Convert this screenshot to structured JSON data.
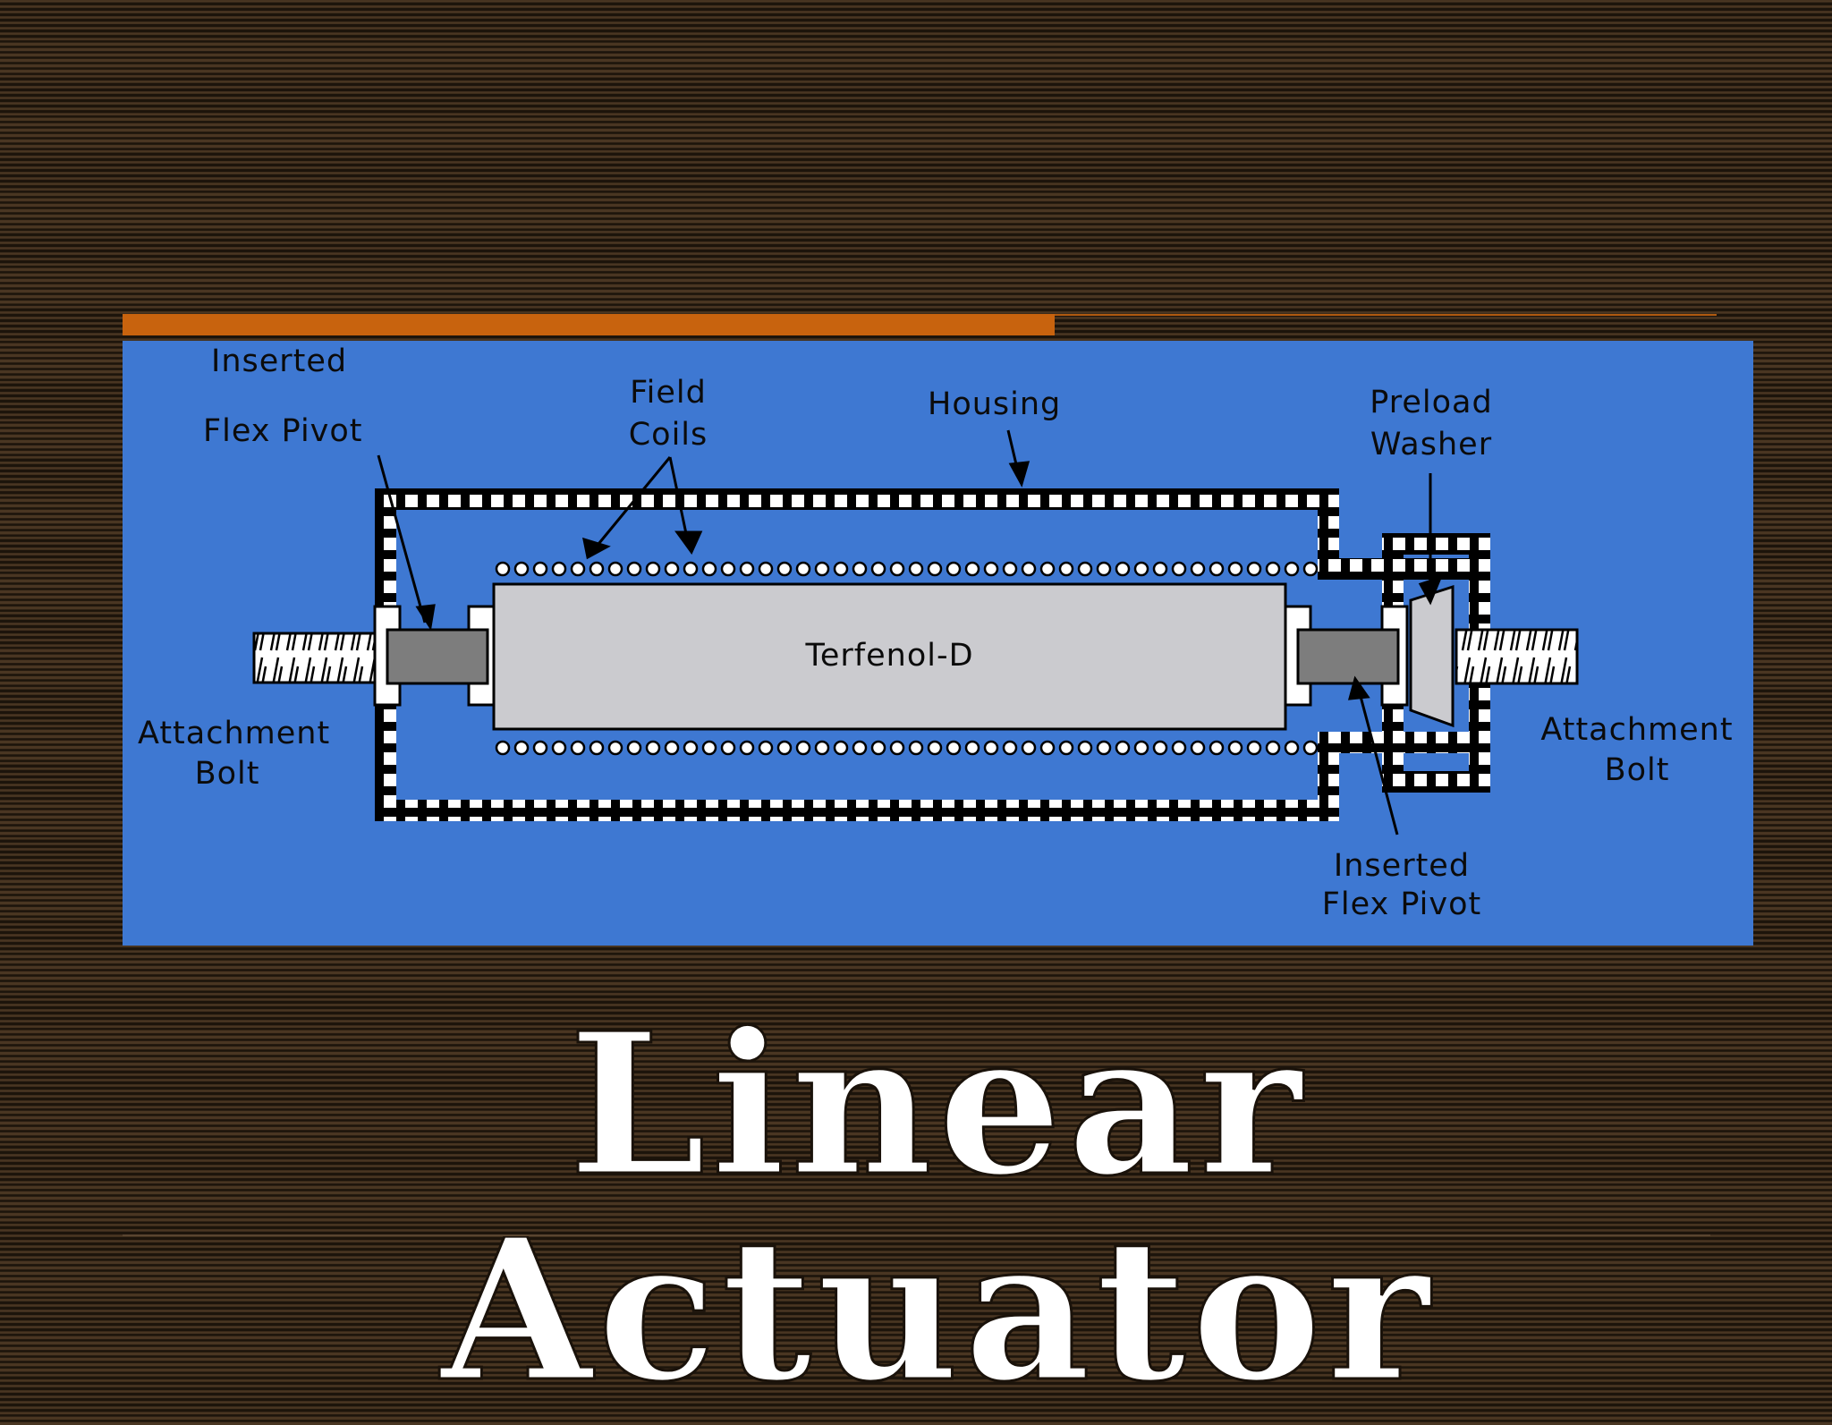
{
  "slide": {
    "title": "Linear Actuator"
  },
  "diagram": {
    "labels": {
      "inserted_flex_pivot_left_line1": "Inserted",
      "inserted_flex_pivot_left_line2": "Flex Pivot",
      "field_coils_line1": "Field",
      "field_coils_line2": "Coils",
      "housing": "Housing",
      "preload_washer_line1": "Preload",
      "preload_washer_line2": "Washer",
      "attachment_bolt_left_line1": "Attachment",
      "attachment_bolt_left_line2": "Bolt",
      "attachment_bolt_right_line1": "Attachment",
      "attachment_bolt_right_line2": "Bolt",
      "inserted_flex_pivot_right_line1": "Inserted",
      "inserted_flex_pivot_right_line2": "Flex Pivot",
      "core": "Terfenol-D"
    }
  },
  "colors": {
    "panel_blue": "#3e78d2",
    "accent_orange": "#c8630e",
    "core_gray": "#cbcbcf",
    "pivot_gray": "#7d7d7d"
  }
}
